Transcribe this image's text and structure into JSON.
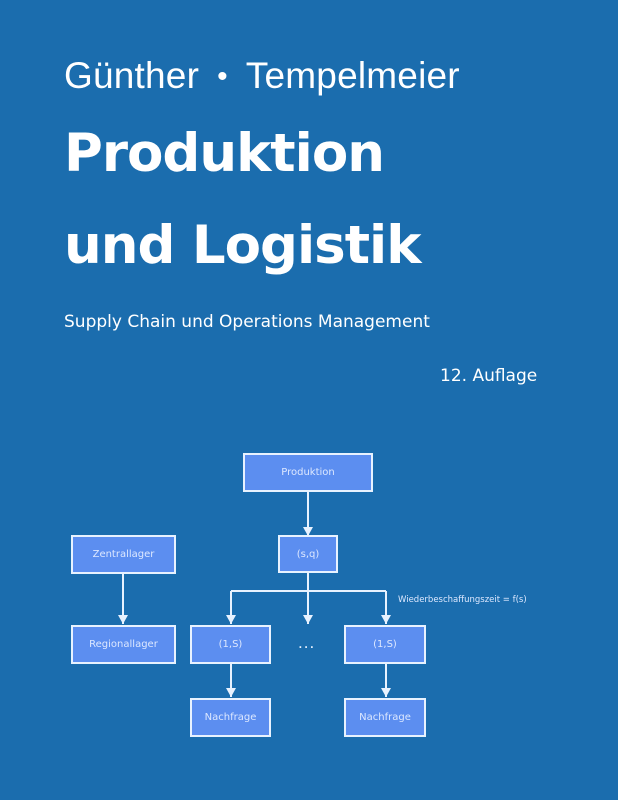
{
  "cover": {
    "author_1": "Günther",
    "separator": "•",
    "author_2": "Tempelmeier",
    "title_line_1": "Produktion",
    "title_line_2": "und Logistik",
    "subtitle": "Supply Chain und Operations Management",
    "edition": "12. Auflage"
  },
  "diagram": {
    "nodes": {
      "produktion": "Produktion",
      "sq": "(s,q)",
      "zentrallager": "Zentrallager",
      "regionallager": "Regionallager",
      "ls_left": "(1,S)",
      "ls_right": "(1,S)",
      "nachfrage_left": "Nachfrage",
      "nachfrage_right": "Nachfrage"
    },
    "ellipsis": "...",
    "annotation": "Wiederbeschaffungszeit = f(s)"
  },
  "colors": {
    "background": "#1b6dae",
    "box_fill": "#5c8ef0",
    "box_border": "#e8f2ff",
    "text": "#ffffff"
  }
}
